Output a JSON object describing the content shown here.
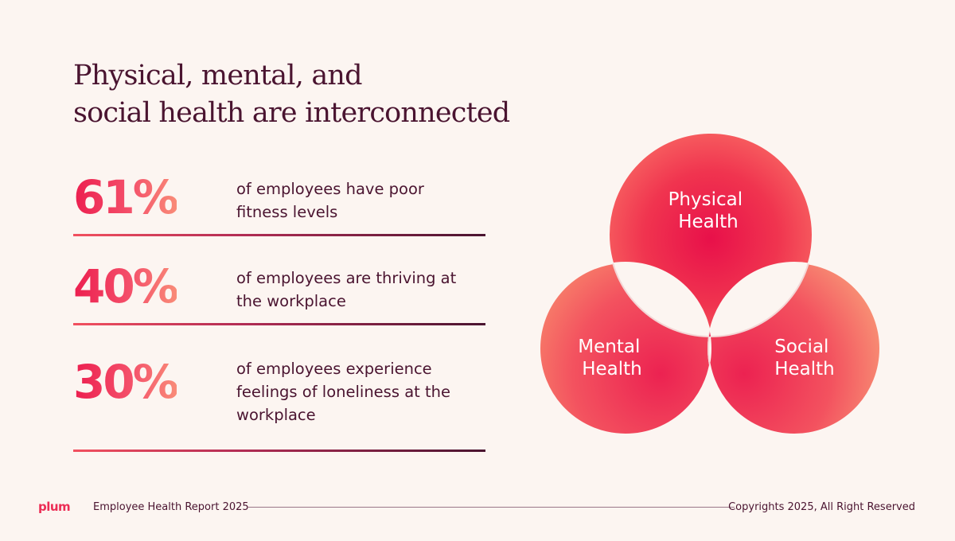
{
  "title": {
    "line1": "Physical, mental, and",
    "line2": "social health are interconnected"
  },
  "stats": [
    {
      "value": "61%",
      "text_lines": [
        "of employees have poor",
        "fitness levels"
      ]
    },
    {
      "value": "40%",
      "text_lines": [
        "of employees are thriving at",
        "the workplace"
      ]
    },
    {
      "value": "30%",
      "text_lines": [
        "of employees experience",
        "feelings of loneliness at the",
        "workplace"
      ]
    }
  ],
  "venn": {
    "physical": [
      "Physical",
      "Health"
    ],
    "mental": [
      "Mental",
      "Health"
    ],
    "social": [
      "Social",
      "Health"
    ]
  },
  "footer": {
    "logo": "plum",
    "report_title": "Employee Health Report 2025",
    "copyright": "Copyrights 2025, All Right Reserved"
  },
  "colors": {
    "background": "#fcf5f1",
    "text_dark": "#4a1430",
    "accent": "#ec1e4f"
  }
}
